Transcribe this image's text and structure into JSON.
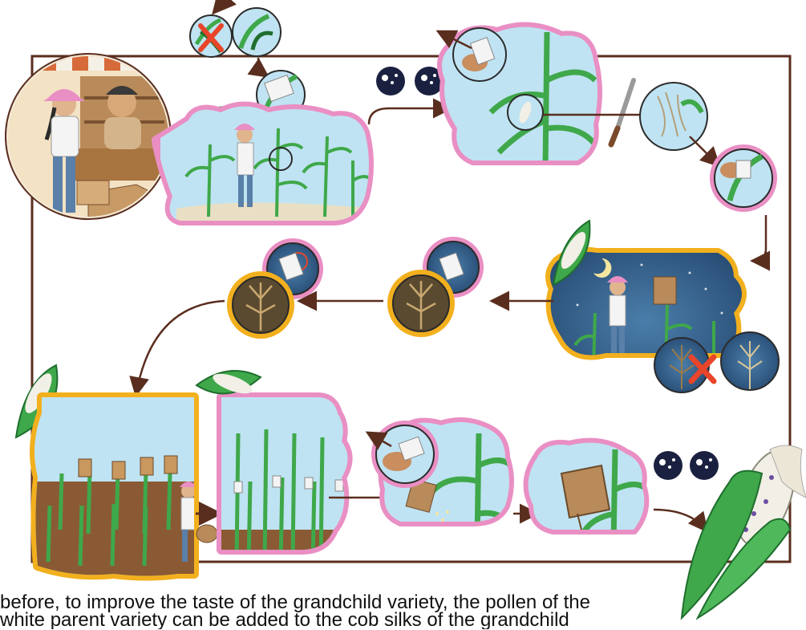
{
  "caption": {
    "text": "before, to improve the taste of the grandchild variety, the pollen of the\nwhite parent variety can be added to the cob silks of the grandchild"
  },
  "panels": [
    {
      "name": "market-scene",
      "description_icon": "seed-shop"
    },
    {
      "name": "field-pollination-scene",
      "frame_color": "#e98fc4"
    },
    {
      "name": "night-bagging-scene",
      "frame_color": "#f2b01e"
    },
    {
      "name": "grandchild-field-bags",
      "frame_color": "#f2b01e"
    },
    {
      "name": "grandchild-field-tags",
      "frame_color": "#e98fc4"
    }
  ],
  "colors": {
    "pink_frame": "#e98fc4",
    "yellow_frame": "#f2b01e",
    "sky": "#bfe3f2",
    "night_sky": "#2a5a85",
    "leaf_green": "#3fa84a",
    "dark_green": "#1f6e2e",
    "soil": "#8a5a34",
    "arrow": "#5a2e1e",
    "cross_red": "#e8452a",
    "cob_white": "#f1efe6",
    "kernel_purple": "#6a4fa0"
  },
  "icons": [
    "night-moon-icon",
    "cross-mark-icon",
    "knife-icon",
    "paper-bag-icon",
    "corn-cob-icon",
    "hand-icon",
    "tassel-icon"
  ]
}
